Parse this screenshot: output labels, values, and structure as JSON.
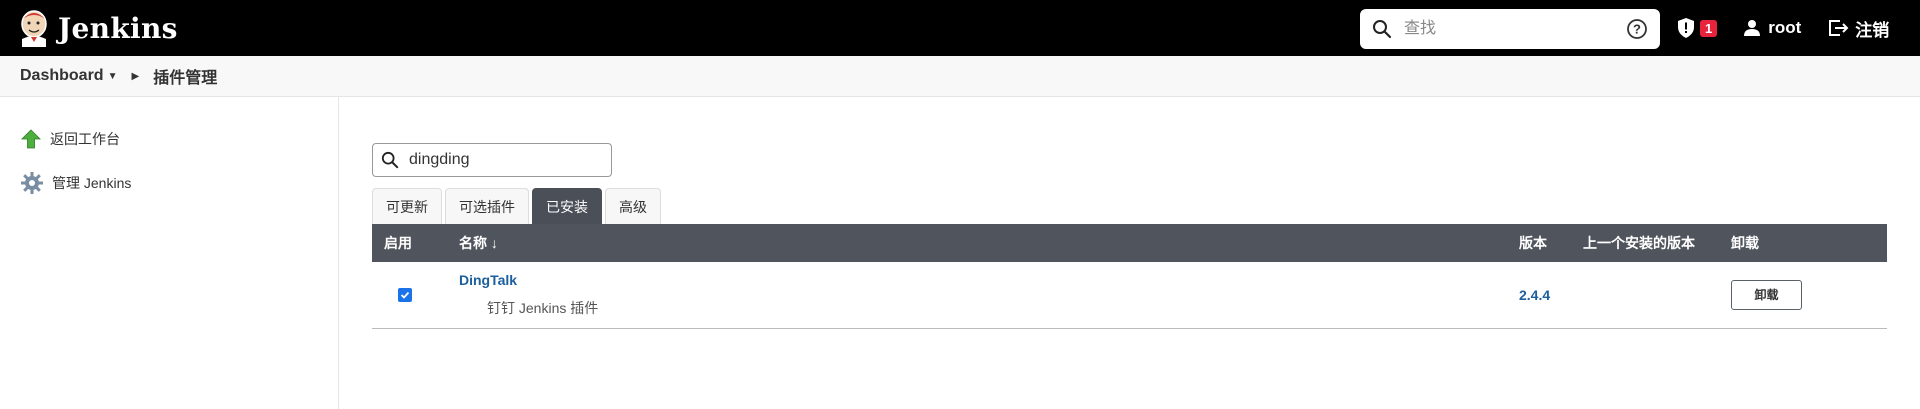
{
  "header": {
    "brand": "Jenkins",
    "search_placeholder": "查找",
    "alert_count": "1",
    "user": "root",
    "logout": "注销"
  },
  "breadcrumb": {
    "dashboard": "Dashboard",
    "current": "插件管理"
  },
  "sidebar": {
    "items": [
      {
        "label": "返回工作台",
        "icon": "up-arrow-icon"
      },
      {
        "label": "管理 Jenkins",
        "icon": "gear-icon"
      }
    ]
  },
  "filter": {
    "value": "dingding"
  },
  "tabs": [
    {
      "label": "可更新",
      "active": false
    },
    {
      "label": "可选插件",
      "active": false
    },
    {
      "label": "已安装",
      "active": true
    },
    {
      "label": "高级",
      "active": false
    }
  ],
  "table": {
    "headers": {
      "enabled": "启用",
      "name": "名称 ↓",
      "version": "版本",
      "previous": "上一个安装的版本",
      "uninstall": "卸载"
    },
    "rows": [
      {
        "name": "DingTalk",
        "description": "钉钉 Jenkins 插件",
        "version": "2.4.4",
        "previous": "",
        "enabled": true,
        "uninstall_label": "卸载"
      }
    ]
  },
  "colors": {
    "header_bg": "#000000",
    "table_header_bg": "#50555d",
    "link": "#1b5f9c",
    "badge": "#e7243c"
  }
}
